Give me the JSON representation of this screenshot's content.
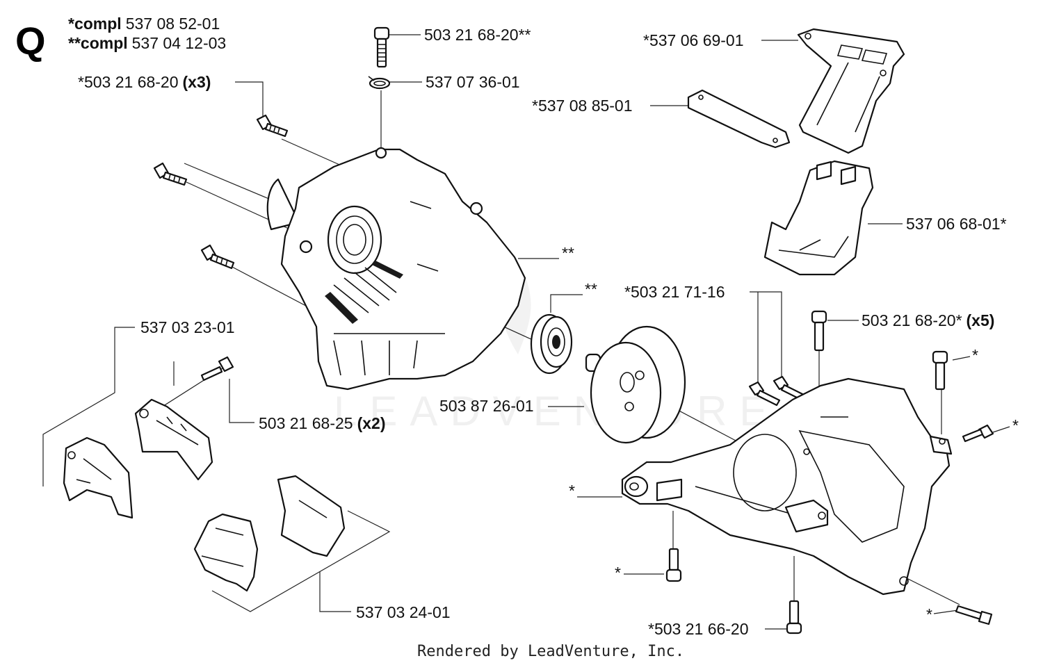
{
  "section_letter": "Q",
  "kits": [
    {
      "marker": "*compl",
      "number": "537 08 52-01"
    },
    {
      "marker": "**compl",
      "number": "537 04 12-03"
    }
  ],
  "callouts": {
    "screw_top": "503 21 68-20**",
    "ring": "537 07 36-01",
    "screw_x3": "*503 21 68-20",
    "screw_x3_qty": "(x3)",
    "cover_top": "*537 06 69-01",
    "gasket": "*537 08 85-01",
    "cover_bottom": "537 06 68-01*",
    "housing_marker": "**",
    "bearing_marker": "**",
    "screw_pair": "*503 21 71-16",
    "screw_x5": "503 21 68-20*",
    "screw_x5_qty": "(x5)",
    "clamp_upper": "537 03 23-01",
    "screw_x2": "503 21 68-25",
    "screw_x2_qty": "(x2)",
    "clutch_drum": "503 87 26-01",
    "star_right_top": "*",
    "star_right_mid": "*",
    "star_left_mid": "*",
    "star_left_low": "*",
    "star_right_low": "*",
    "clamp_lower": "537 03 24-01",
    "screw_bottom": "*503 21 66-20"
  },
  "watermark": "LEADVENTURE",
  "footer": "Rendered by LeadVenture, Inc."
}
